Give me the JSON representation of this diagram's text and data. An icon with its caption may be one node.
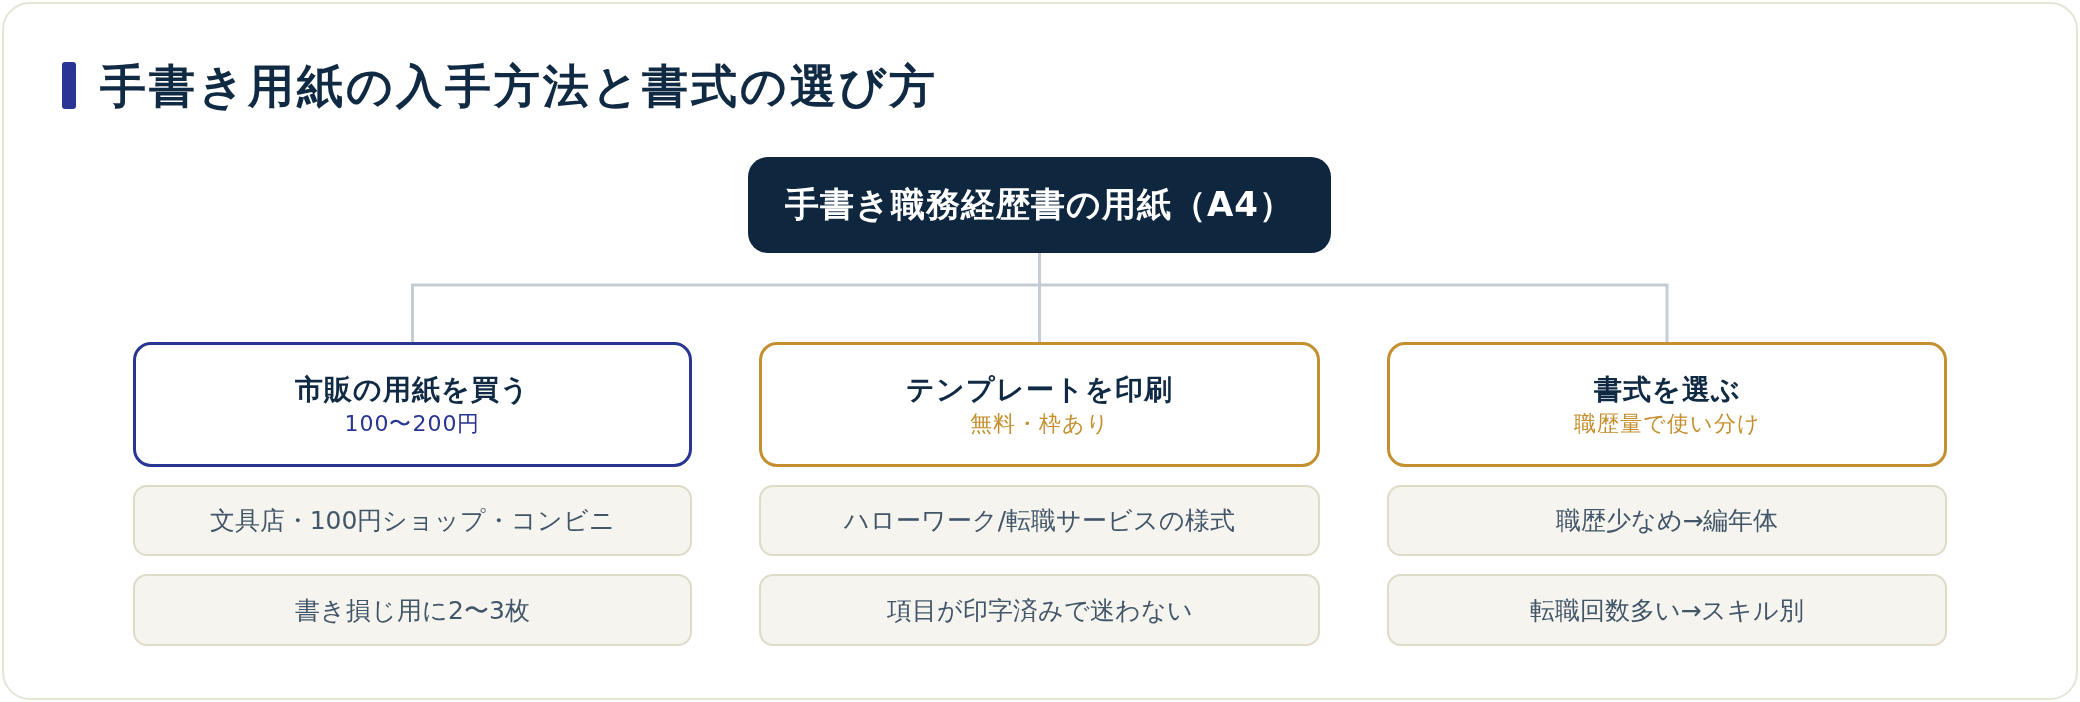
{
  "diagram": {
    "title": "手書き用紙の入手方法と書式の選び方",
    "nodes": [
      {
        "text": [
          "手書き職務経歴書の用紙（A4）"
        ]
      },
      {
        "text": [
          "市販の用紙を買う",
          "100〜200円"
        ]
      },
      {
        "text": [
          "テンプレートを印刷",
          "無料・枠あり"
        ]
      },
      {
        "text": [
          "書式を選ぶ",
          "職歴量で使い分け"
        ]
      },
      {
        "text": [
          "文具店・100円ショップ・コンビニ"
        ]
      },
      {
        "text": [
          "ハローワーク/転職サービスの様式"
        ]
      },
      {
        "text": [
          "職歴少なめ→編年体"
        ]
      },
      {
        "text": [
          "書き損じ用に2〜3枚"
        ]
      },
      {
        "text": [
          "項目が印字済みで迷わない"
        ]
      },
      {
        "text": [
          "転職回数多い→スキル別"
        ]
      }
    ],
    "edges": [
      {
        "from": 0,
        "to": 1,
        "arrow": "none"
      },
      {
        "from": 0,
        "to": 2,
        "arrow": "none"
      },
      {
        "from": 0,
        "to": 3,
        "arrow": "none"
      }
    ]
  }
}
